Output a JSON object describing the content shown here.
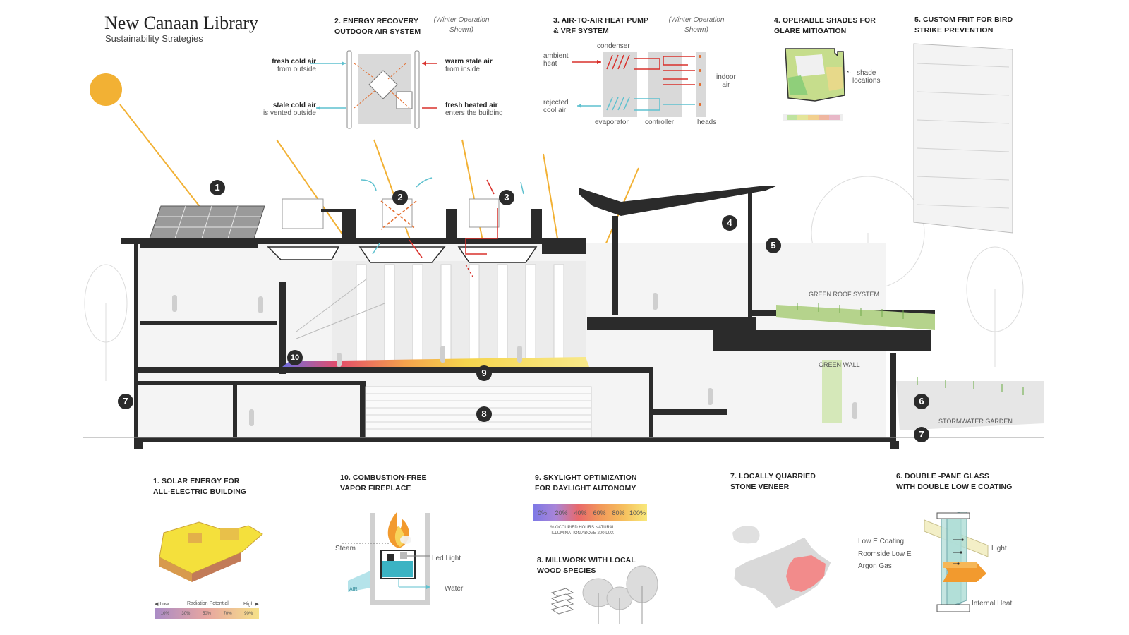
{
  "title": "New Canaan Library",
  "subtitle": "Sustainability Strategies",
  "numbers": [
    "1",
    "2",
    "3",
    "4",
    "5",
    "6",
    "7",
    "8",
    "9",
    "10"
  ],
  "energy_recovery": {
    "caption": "2. ENERGY RECOVERY\nOUTDOOR AIR SYSTEM",
    "note": "(Winter Operation\nShown)",
    "fresh_cold_bold": "fresh cold air",
    "fresh_cold_sub": "from outside",
    "stale_cold_bold": "stale cold air",
    "stale_cold_sub": "is vented outside",
    "warm_stale_bold": "warm stale air",
    "warm_stale_sub": "from inside",
    "fresh_heated_bold": "fresh heated air",
    "fresh_heated_sub": "enters the building"
  },
  "heat_pump": {
    "caption": "3. AIR-TO-AIR HEAT PUMP\n& VRF SYSTEM",
    "note": "(Winter Operation\nShown)",
    "ambient": "ambient\nheat",
    "rejected": "rejected\ncool air",
    "condenser": "condenser",
    "evaporator": "evaporator",
    "controller": "controller",
    "heads": "heads",
    "indoor": "indoor\nair"
  },
  "shades": {
    "caption": "4. OPERABLE SHADES FOR\nGLARE MITIGATION",
    "shade_locations": "shade\nlocations"
  },
  "frit": {
    "caption": "5. CUSTOM FRIT FOR BIRD\nSTRIKE PREVENTION"
  },
  "section_labels": {
    "green_roof": "GREEN ROOF SYSTEM",
    "green_wall": "GREEN WALL",
    "stormwater": "STORMWATER GARDEN"
  },
  "solar": {
    "caption": "1. SOLAR ENERGY FOR\nALL-ELECTRIC BUILDING",
    "low": "◀ Low",
    "radiation": "Radiation Potential",
    "high": "High ▶",
    "scale": [
      "10%",
      "30%",
      "50%",
      "70%",
      "90%"
    ]
  },
  "fireplace": {
    "caption": "10. COMBUSTION-FREE\nVAPOR FIREPLACE",
    "steam": "Steam",
    "led": "Led Light",
    "water": "Water",
    "air": "AIR"
  },
  "skylight": {
    "caption": "9. SKYLIGHT OPTIMIZATION\nFOR DAYLIGHT AUTONOMY",
    "scale": [
      "0%",
      "20%",
      "40%",
      "60%",
      "80%",
      "100%"
    ],
    "legend_note": "% OCCUPIED HOURS NATURAL\nILLUMINATION ABOVE 200 LUX"
  },
  "millwork": {
    "caption": "8. MILLWORK WITH LOCAL\nWOOD SPECIES"
  },
  "stone": {
    "caption": "7. LOCALLY QUARRIED\nSTONE VENEER"
  },
  "glass": {
    "caption": "6. DOUBLE -PANE GLASS\nWITH DOUBLE LOW E COATING",
    "low_e": "Low E Coating",
    "roomside": "Roomside Low E",
    "argon": "Argon Gas",
    "light": "Light",
    "internal_heat": "Internal Heat"
  },
  "colors": {
    "sun": "#f2b134",
    "cold_air": "#5fc1cf",
    "warm_air": "#d9302b",
    "dark": "#2b2b2b"
  }
}
